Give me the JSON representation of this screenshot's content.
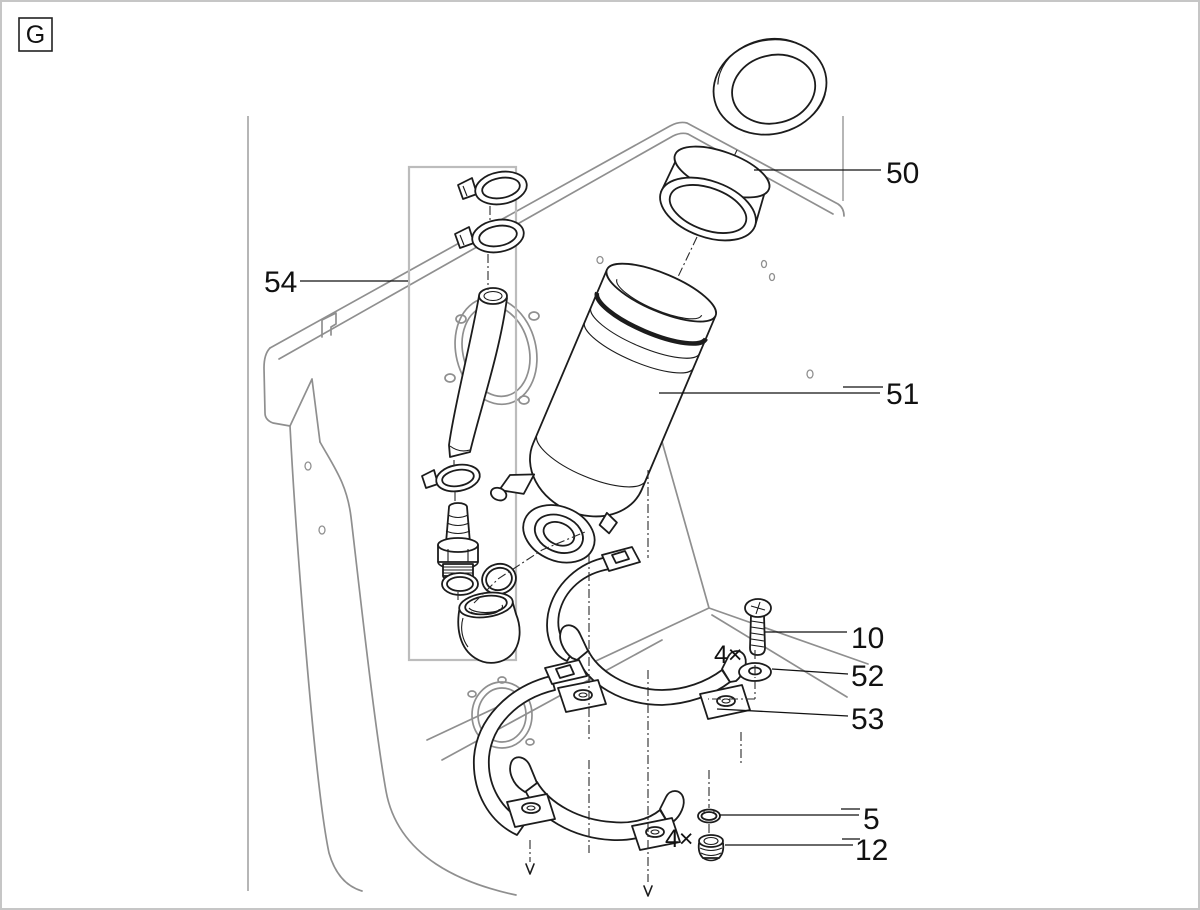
{
  "page": {
    "section_label": "G"
  },
  "callouts": {
    "c50": "50",
    "c51": "51",
    "c54": "54",
    "c10": "10",
    "c52": "52",
    "c53": "53",
    "c5": "5",
    "c12": "12",
    "qty_screws": "4×",
    "qty_grommets": "4×"
  },
  "colors": {
    "part_line": "#1c1c1c",
    "tank_line": "#8f8f8f",
    "group_box": "#bcbcbc",
    "centerline": "#2a2a2a",
    "page_border": "#c6c6c6",
    "background": "#ffffff",
    "label_text": "#111111"
  }
}
